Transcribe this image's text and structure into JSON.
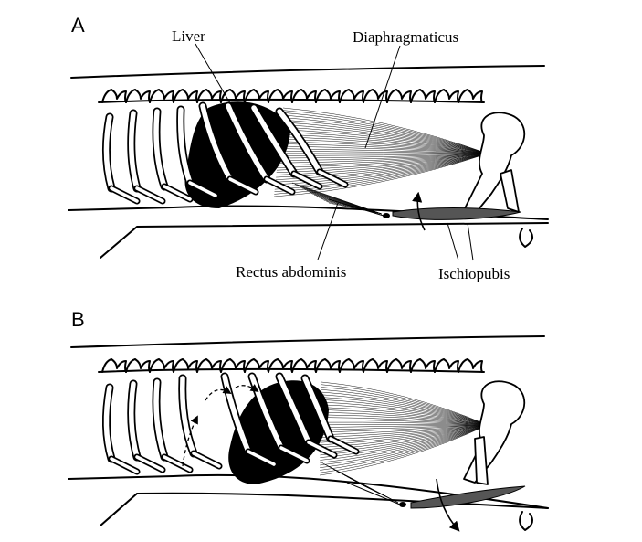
{
  "figure": {
    "panels": [
      {
        "letter": "A",
        "labels": {
          "liver": "Liver",
          "diaphragmaticus": "Diaphragmaticus",
          "rectus": "Rectus abdominis",
          "ischiopubis": "Ischiopubis"
        }
      },
      {
        "letter": "B",
        "labels": {}
      }
    ]
  }
}
